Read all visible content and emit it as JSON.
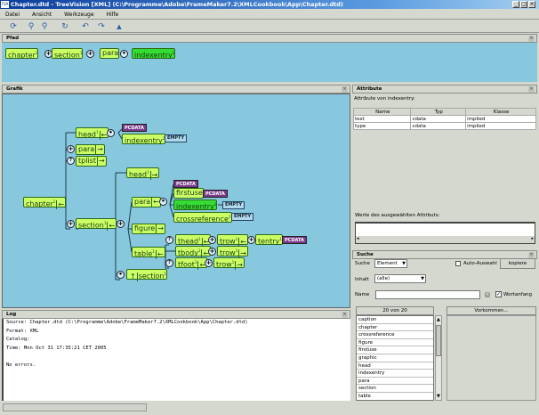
{
  "window": {
    "title": "Chapter.dtd - TreeVision [XML] (C:\\Programme\\Adobe\\FrameMaker7.2\\XMLCookbook\\App\\Chapter.dtd)",
    "icon": "TVA",
    "buttons": [
      "_",
      "□",
      "×"
    ]
  },
  "menu": [
    "Datei",
    "Ansicht",
    "Werkzeuge",
    "Hilfe"
  ],
  "toolbar": [
    {
      "icon": "refresh-icon",
      "glyph": "⟳"
    },
    {
      "icon": "zoom-in-icon",
      "glyph": "⚲"
    },
    {
      "icon": "zoom-out-icon",
      "glyph": "⚲"
    },
    {
      "icon": "sync-icon",
      "glyph": "↻"
    },
    {
      "icon": "undo-icon",
      "glyph": "↶"
    },
    {
      "icon": "redo-icon",
      "glyph": "↷"
    },
    {
      "icon": "drop-icon",
      "glyph": "▲"
    }
  ],
  "path": {
    "title": "Pfad",
    "items": [
      "chapter",
      "section",
      "para",
      "indexentry"
    ]
  },
  "graph": {
    "title": "Grafik",
    "nodes": {
      "chapter": "chapter",
      "head1": "head",
      "indexentry1": "indexentry",
      "para1": "para",
      "tplist": "tplist",
      "section": "section",
      "head2": "head",
      "para2": "para",
      "firstuse": "firstuse",
      "indexentry2": "indexentry",
      "crossreference": "crossreference",
      "figure": "figure",
      "table": "table",
      "thead": "thead",
      "trow1": "trow",
      "tentry": "tentry",
      "tbody": "tbody",
      "trow2": "trow",
      "tfoot": "tfoot",
      "trow3": "trow",
      "section2": "section"
    },
    "pcdata": "PCDATA",
    "empty": "EMPTY"
  },
  "log": {
    "title": "Log",
    "lines": [
      "Source: Chapter.dtd (C:\\Programme\\Adobe\\FrameMaker7.2\\XMLCookbook\\App\\Chapter.dtd)",
      "Format: XML",
      "Catalog:",
      "Time: Mon Oct 31 17:35:21 CET 2005",
      "",
      "No errors."
    ]
  },
  "attributes": {
    "title": "Attribute",
    "subtitle": "Attribute von indexentry:",
    "columns": [
      "Name",
      "Typ",
      "Klasse"
    ],
    "rows": [
      [
        "text",
        "cdata",
        "implied"
      ],
      [
        "type",
        "cdata",
        "implied"
      ]
    ],
    "value_label": "Werte des ausgewählten Attributs:"
  },
  "search": {
    "title": "Suche",
    "suche_label": "Suche",
    "suche_value": "Element",
    "auto_label": "Auto-Auswahl",
    "auto_checked": false,
    "copy_label": "kopiere",
    "inhalt_label": "Inhalt",
    "inhalt_value": "(alle)",
    "name_label": "Name",
    "name_value": "",
    "wortanfang_label": "Wortanfang",
    "wortanfang_checked": true,
    "list_header": "20 von 20",
    "occurrences_header": "Vorkommen...",
    "items": [
      "caption",
      "chapter",
      "crossreference",
      "figure",
      "firstuse",
      "graphic",
      "head",
      "indexentry",
      "para",
      "section",
      "table"
    ]
  }
}
